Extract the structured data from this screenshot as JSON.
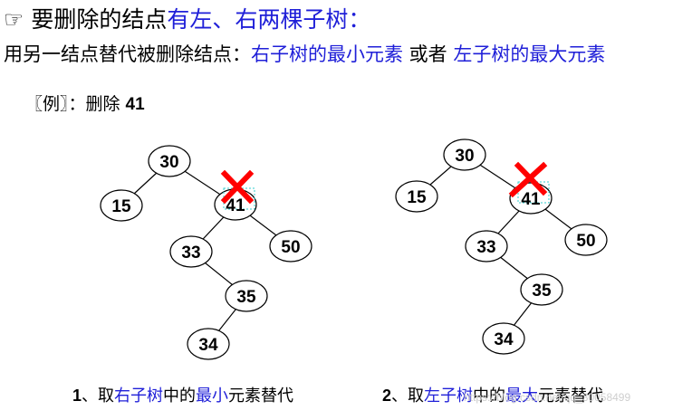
{
  "heading": {
    "bullet": "☞",
    "part1": "要删除的结点",
    "part2": "有左、右两棵子树："
  },
  "rule": {
    "part1": "用另一结点替代被删除结点：",
    "part2": "右子树的最小元素",
    "part3": " 或者 ",
    "part4": "左子树的最大元素"
  },
  "example": {
    "label": "〖例〗：删除 ",
    "value": "41"
  },
  "trees": [
    {
      "nodes": [
        {
          "id": "n30",
          "label": "30"
        },
        {
          "id": "n15",
          "label": "15"
        },
        {
          "id": "n41",
          "label": "41"
        },
        {
          "id": "n33",
          "label": "33"
        },
        {
          "id": "n50",
          "label": "50"
        },
        {
          "id": "n35",
          "label": "35"
        },
        {
          "id": "n34",
          "label": "34"
        }
      ],
      "caption": {
        "num": "1",
        "p1": "、取",
        "p2": "右子树",
        "p3": "中的",
        "p4": "最小",
        "p5": "元素替代"
      }
    },
    {
      "nodes": [
        {
          "id": "n30",
          "label": "30"
        },
        {
          "id": "n15",
          "label": "15"
        },
        {
          "id": "n41",
          "label": "41"
        },
        {
          "id": "n33",
          "label": "33"
        },
        {
          "id": "n50",
          "label": "50"
        },
        {
          "id": "n35",
          "label": "35"
        },
        {
          "id": "n34",
          "label": "34"
        }
      ],
      "caption": {
        "num": "2",
        "p1": "、取",
        "p2": "左子树",
        "p3": "中的",
        "p4": "最大",
        "p5": "元素替代"
      }
    }
  ],
  "watermark": "https://blog.csdn.net/qq_30058499",
  "colors": {
    "emphasis": "#1f1fd8",
    "cross": "#ff0000",
    "dashed_box": "#33cccc"
  }
}
